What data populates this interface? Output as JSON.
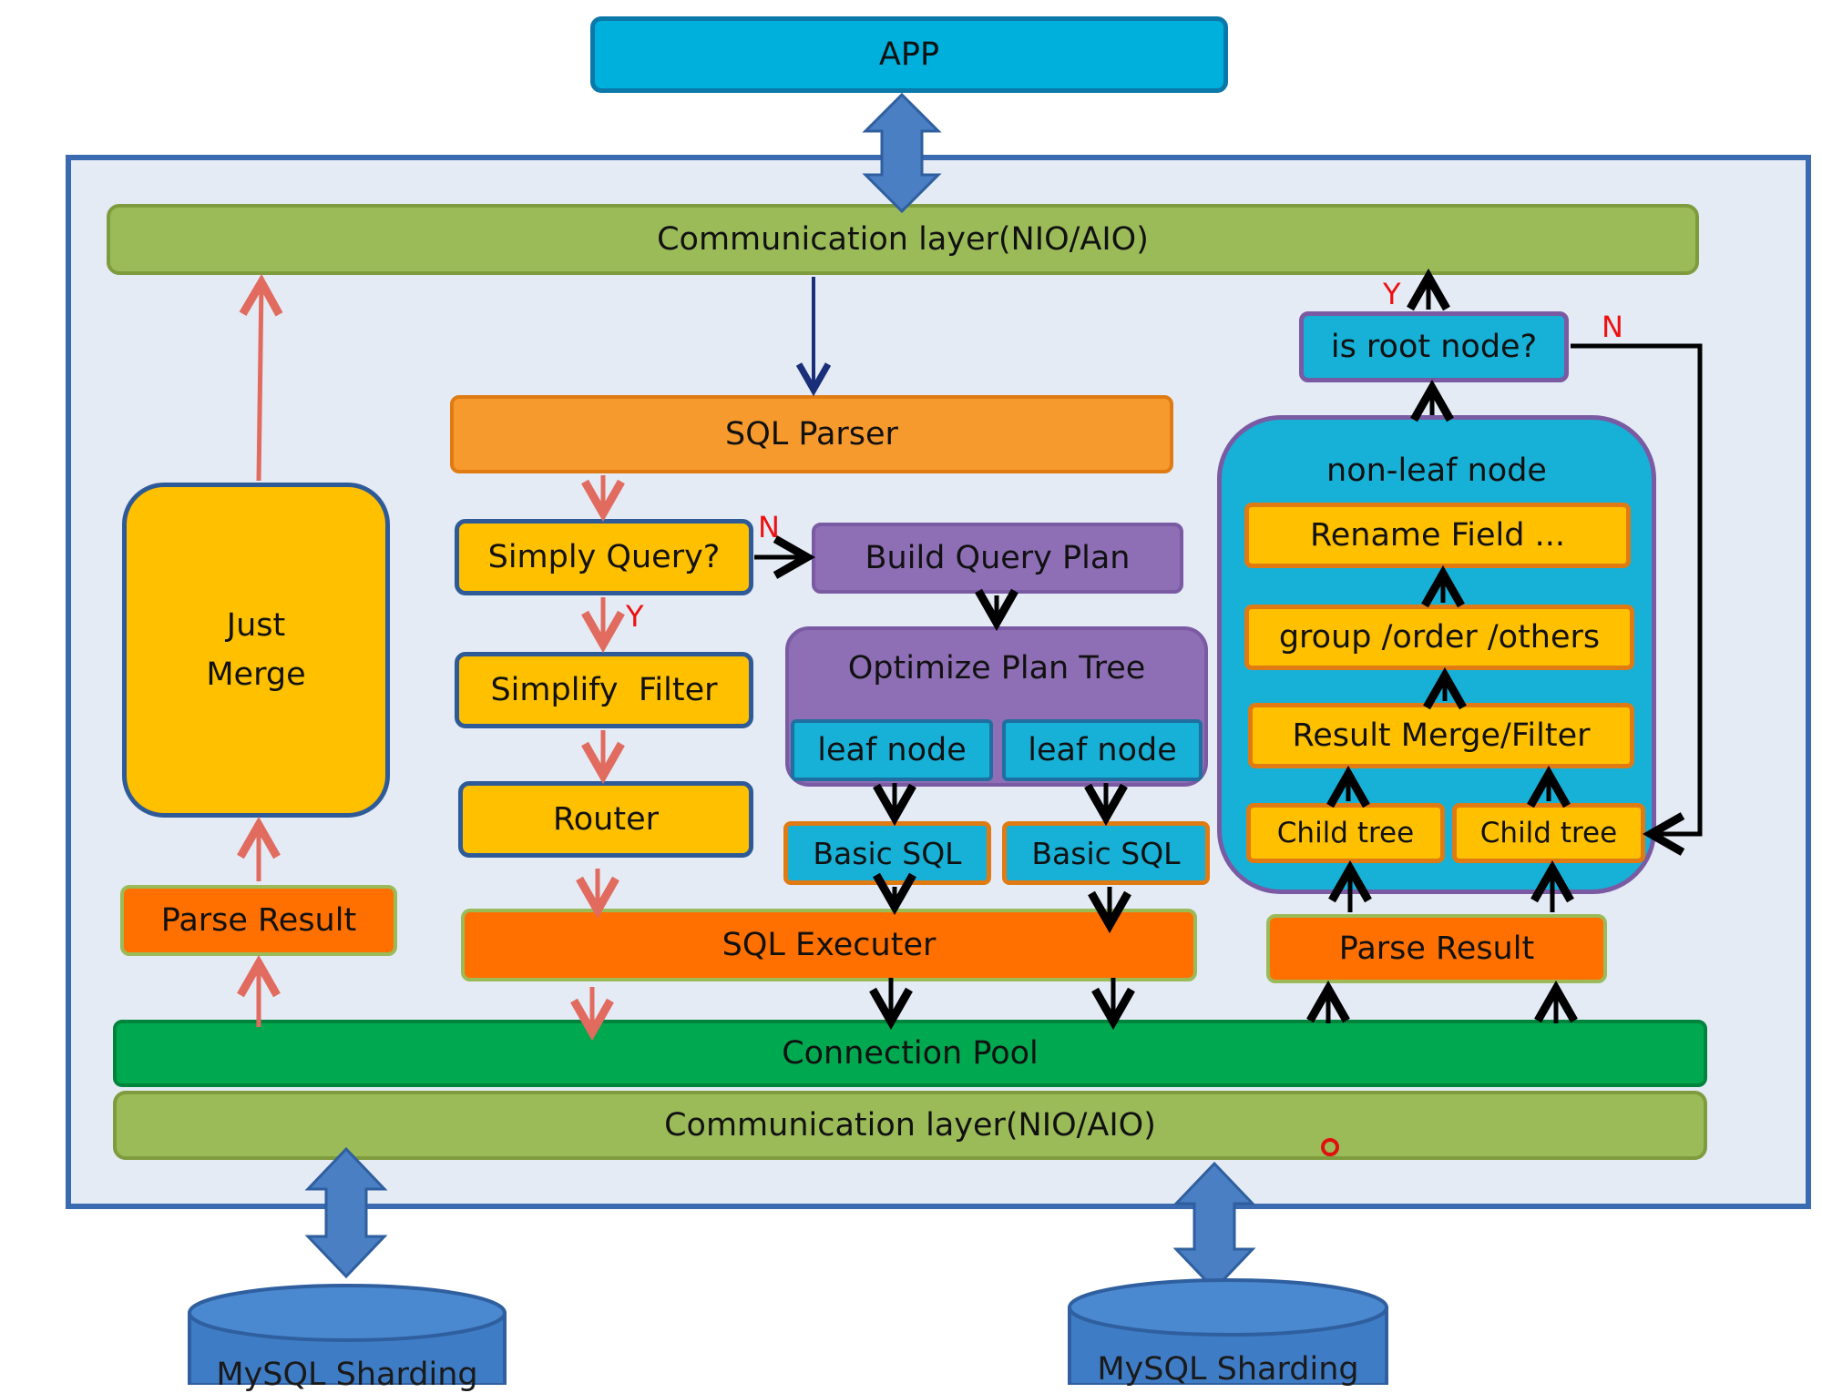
{
  "app": "APP",
  "comm_top": "Communication layer(NIO/AIO)",
  "comm_bottom": "Communication layer(NIO/AIO)",
  "connection_pool": "Connection Pool",
  "left": {
    "just_merge_line1": "Just",
    "just_merge_line2": "Merge",
    "parse_result": "Parse Result"
  },
  "middle": {
    "sql_parser": "SQL Parser",
    "simply_query": "Simply Query?",
    "build_query_plan": "Build Query Plan",
    "simplify_filter": "Simplify  Filter",
    "router": "Router",
    "optimize_plan_tree": "Optimize Plan Tree",
    "leaf_node_1": "leaf node",
    "leaf_node_2": "leaf node",
    "basic_sql_1": "Basic SQL",
    "basic_sql_2": "Basic SQL",
    "sql_executer": "SQL Executer"
  },
  "right": {
    "is_root_node": "is root node?",
    "non_leaf_node": "non-leaf node",
    "rename_field": "Rename Field ...",
    "group_order_others": "group /order /others",
    "result_merge_filter": "Result Merge/Filter",
    "child_tree_1": "Child tree",
    "child_tree_2": "Child tree",
    "parse_result": "Parse Result"
  },
  "decision_labels": {
    "n_simply": "N",
    "y_simply": "Y",
    "y_root": "Y",
    "n_root": "N"
  },
  "databases": {
    "db1": "MySQL Sharding",
    "db2": "MySQL Sharding"
  },
  "colors": {
    "container_bg": "#e4ebf5",
    "container_border": "#3a6ab0",
    "comm_layer": "#9bbb59",
    "connection_pool": "#00a84f",
    "yellow": "#ffc000",
    "orange": "#f79a2e",
    "deep_orange": "#ff7000",
    "purple": "#8e6fb5",
    "teal": "#17b0d6",
    "blue_arrow": "#4a7fc4",
    "red_arrow": "#e06b5e",
    "label_red": "#ee1111"
  }
}
